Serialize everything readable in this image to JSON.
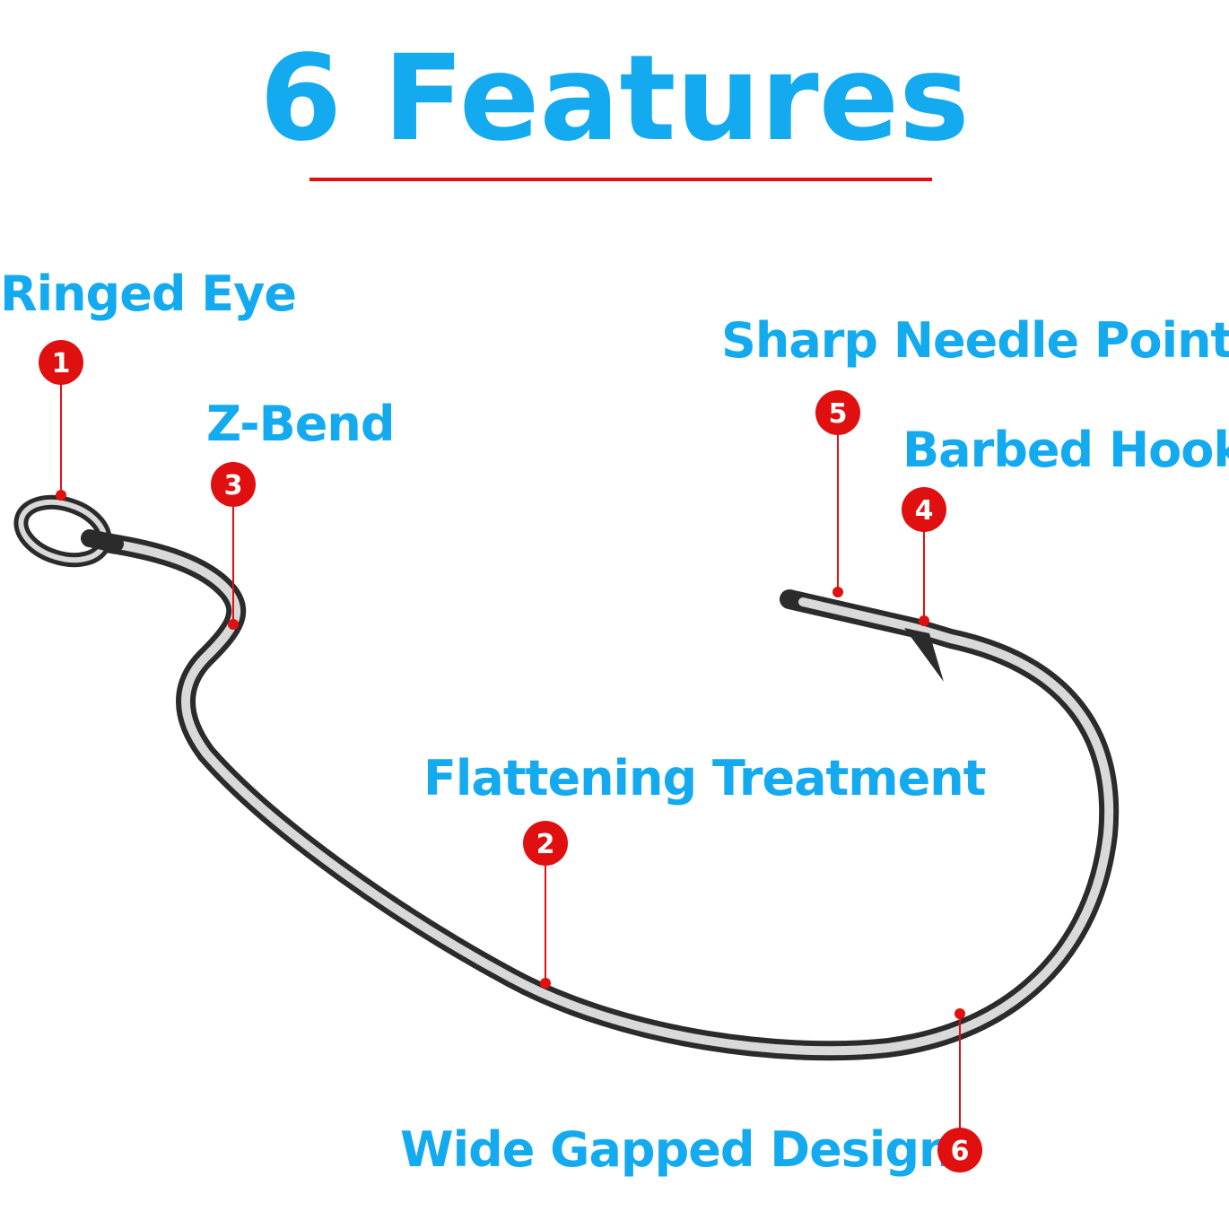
{
  "title": "6 Features",
  "colors": {
    "title": "#14aaf0",
    "label": "#14aaf0",
    "marker": "#e01010",
    "hook_dark": "#2b2b2b",
    "hook_light": "#d9d9d9"
  },
  "features": [
    {
      "number": "1",
      "label": "Ringed Eye"
    },
    {
      "number": "2",
      "label": "Flattening Treatment"
    },
    {
      "number": "3",
      "label": "Z-Bend"
    },
    {
      "number": "4",
      "label": "Barbed Hook"
    },
    {
      "number": "5",
      "label": "Sharp Needle Point"
    },
    {
      "number": "6",
      "label": "Wide Gapped Design"
    }
  ]
}
